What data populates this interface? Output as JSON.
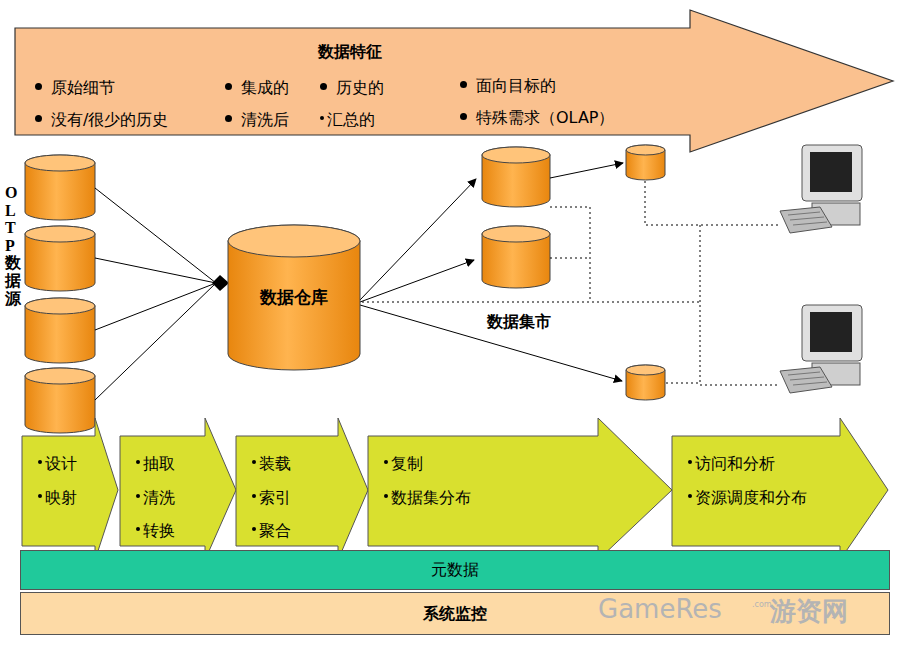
{
  "diagram": {
    "nodes": [
      {
        "text": [
          "数据特征",
          "原始细节",
          "没有/很少的历史",
          "集成的",
          "清洗后",
          "历史的",
          "汇总的",
          "面向目标的",
          "特殊需求（OLAP）"
        ]
      },
      {
        "text": [
          "数据仓库"
        ]
      },
      {
        "text": [
          "设计",
          "映射"
        ]
      },
      {
        "text": [
          "抽取",
          "清洗",
          "转换"
        ]
      },
      {
        "text": [
          "装载",
          "索引",
          "聚合"
        ]
      },
      {
        "text": [
          "复制",
          "数据集分布"
        ]
      },
      {
        "text": [
          "访问和分析",
          "资源调度和分布"
        ]
      },
      {
        "text": [
          "元数据"
        ]
      },
      {
        "text": [
          "系统监控"
        ]
      }
    ],
    "labels": [
      "OLTP数据源",
      "数据集市",
      "GameRes",
      ".com",
      "游资网"
    ]
  }
}
